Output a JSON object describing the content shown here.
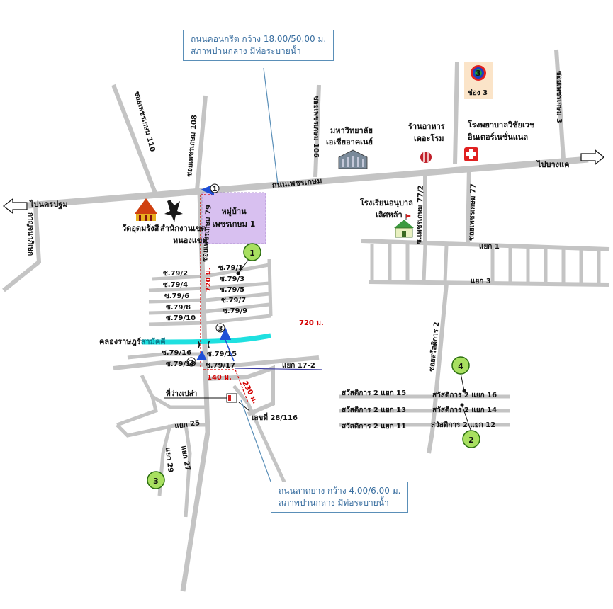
{
  "callouts": {
    "top": {
      "line1": "ถนนคอนกรีต กว้าง 18.00/50.00 ม.",
      "line2": "สภาพปานกลาง มีท่อระบายน้ำ"
    },
    "bottom": {
      "line1": "ถนนลาดยาง กว้าง 4.00/6.00 ม.",
      "line2": "สภาพปานกลาง มีท่อระบายน้ำ"
    }
  },
  "roads": {
    "main": "ถนนเพชรเกษม",
    "to_west": "ไปนครปฐม",
    "to_east": "ไปบางแค",
    "soi_108": "ซอยเพชรเกษม 108",
    "soi_110": "ซอยเพชรเกษม 110",
    "soi_106": "ซอยเพชรเกษม 106",
    "soi_77_2": "ซ.เพชรเกษม 77/2",
    "soi_77": "ซอยเพชรเกษม 77",
    "soi_3": "ซอยเพชรเกษม 3",
    "soi_79": "ซอยเพชรเกษม 79",
    "soi_sawasdikan_2": "ซอยสวัสดิการ 2",
    "kanchana": "กาญจนาภิเษก"
  },
  "places": {
    "temple": "วัดอุดมรังสี",
    "district_1": "สำนักงานเขต",
    "district_2": "หนองแขม",
    "village_1": "หมู่บ้าน",
    "village_2": "เพชรเกษม 1",
    "university_1": "มหาวิทยาลัย",
    "university_2": "เอเชียอาคเนย์",
    "restaurant_1": "ร้านอาหาร",
    "restaurant_2": "เดอะโรม",
    "hospital_1": "โรงพยาบาลวิชัยเวช",
    "hospital_2": "อินเตอร์เนชั่นแนล",
    "school_1": "โรงเรียนอนุบาล",
    "school_2": "เลิศหล้า",
    "channel3": "ช่อง 3",
    "canal_1": "คลองราษฎร์",
    "canal_2": "สามัคคี",
    "empty_land": "ที่ว่างเปล่า",
    "lot_number": "เลขที่ 28/116"
  },
  "sois_left": [
    "ซ.79/2",
    "ซ.79/4",
    "ซ.79/6",
    "ซ.79/8",
    "ซ.79/10"
  ],
  "sois_right": [
    "ซ.79/1",
    "ซ.79/3",
    "ซ.79/5",
    "ซ.79/7",
    "ซ.79/9"
  ],
  "sois_lower": [
    "ซ.79/16",
    "ซ.79/18",
    "ซ.79/15",
    "ซ.79/17"
  ],
  "branches": {
    "yaek_1": "แยก 1",
    "yaek_3": "แยก 3",
    "yaek_17_2": "แยก 17-2",
    "yaek_25": "แยก 25",
    "yaek_27": "แยก 27",
    "yaek_29": "แยก 29"
  },
  "sawasdikan": {
    "s15": "สวัสดิการ 2 แยก 15",
    "s13": "สวัสดิการ 2 แยก 13",
    "s11": "สวัสดิการ 2 แยก 11",
    "s16": "สวัสดิการ 2 แยก 16",
    "s14": "สวัสดิการ 2 แยก 14",
    "s12": "สวัสดิการ 2 แยก 12"
  },
  "distances": {
    "d720_vertical": "720 ม.",
    "d720": "720 ม.",
    "d140": "140 ม.",
    "d230": "230 ม."
  },
  "markers": {
    "m1": "1",
    "m2": "2",
    "m3": "3",
    "m4": "4",
    "a1": "1",
    "a2": "2",
    "a3": "3"
  },
  "colors": {
    "road": "#c4c4c4",
    "canal": "#1fe0e0",
    "arrow": "#1f4fd6",
    "village": "#d8c0f0",
    "marker": "#a8e060",
    "distance": "#d40000"
  }
}
